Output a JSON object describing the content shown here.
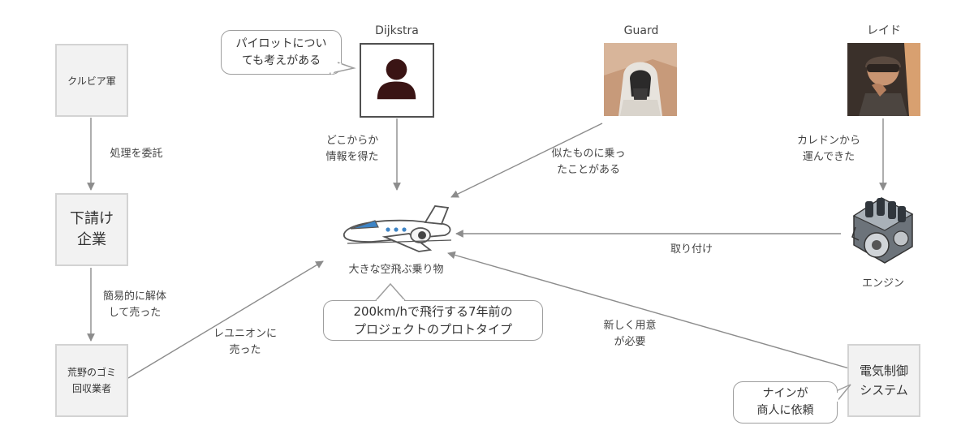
{
  "nodes": {
    "kurubia": "クルビア軍",
    "subcontractor": "下請け\n企業",
    "wasteland": "荒野のゴミ\n回収業者",
    "electric": "電気制御\nシステム",
    "aircraft": "大きな空飛ぶ乗り物",
    "engine": "エンジン"
  },
  "people": {
    "dijkstra": "Dijkstra",
    "guard": "Guard",
    "reid": "レイド"
  },
  "edge_labels": {
    "kurubia_to_sub": "処理を委託",
    "sub_to_waste": "簡易的に解体\nして売った",
    "waste_to_aircraft": "レユニオンに\n売った",
    "dijkstra_to_aircraft": "どこからか\n情報を得た",
    "guard_to_aircraft": "似たものに乗っ\nたことがある",
    "reid_to_engine": "カレドンから\n運んできた",
    "engine_to_aircraft": "取り付け",
    "electric_to_aircraft": "新しく用意\nが必要"
  },
  "callouts": {
    "dijkstra_note": "パイロットについ\nても考えがある",
    "aircraft_note": "200km/hで飛行する7年前の\nプロジェクトのプロトタイプ",
    "nine_note": "ナインが\n商人に依頼"
  },
  "colors": {
    "box_fill": "#f2f2f2",
    "box_border": "#d3d3d3",
    "arrow": "#8c8c8c",
    "person_icon": "#3a1414"
  }
}
